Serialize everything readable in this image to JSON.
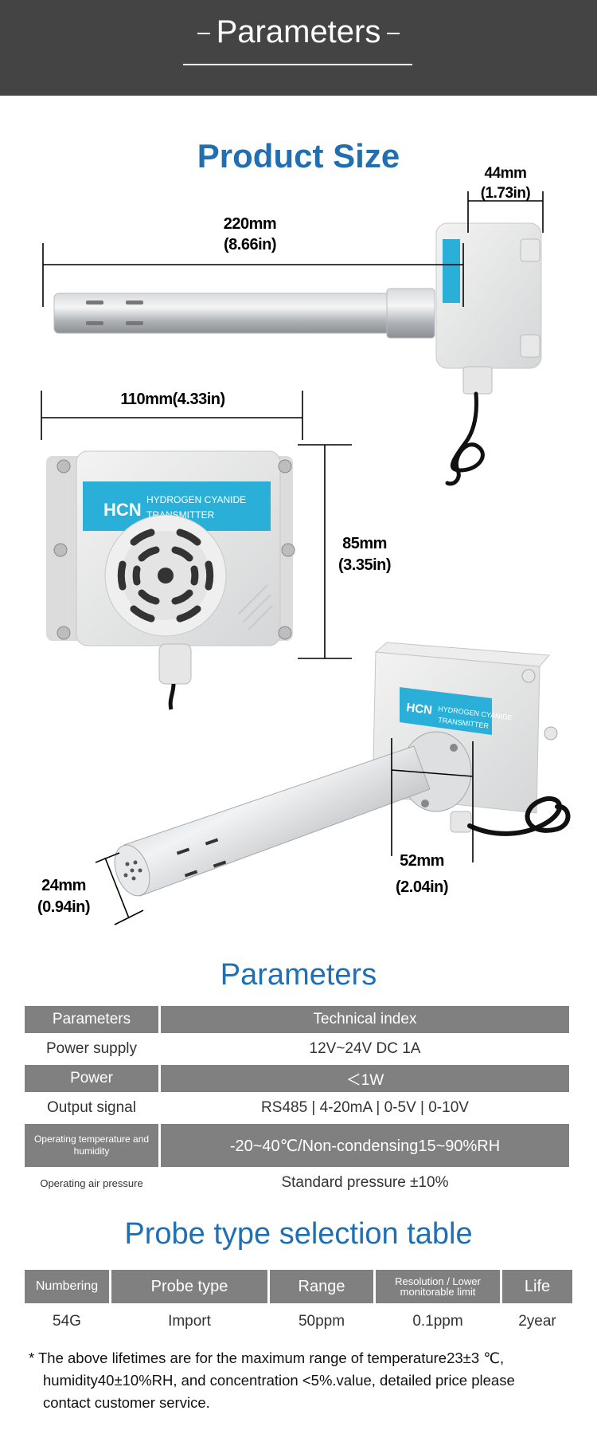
{
  "banner": {
    "title": "Parameters"
  },
  "product_size": {
    "title": "Product Size",
    "dims": {
      "length_mm": "220mm",
      "length_in": "(8.66in)",
      "depth_mm": "44mm",
      "depth_in": "(1.73in)",
      "width": "110mm(4.33in)",
      "height_mm": "85mm",
      "height_in": "(3.35in)",
      "probe_dia_mm": "24mm",
      "probe_dia_in": "(0.94in)",
      "flange_mm": "52mm",
      "flange_in": "(2.04in)"
    },
    "device_label": {
      "badge": "HCN",
      "line1": "HYDROGEN CYANIDE",
      "line2": "TRANSMITTER"
    }
  },
  "parameters": {
    "title": "Parameters",
    "header": {
      "col1": "Parameters",
      "col2": "Technical index"
    },
    "rows": [
      {
        "name": "Power supply",
        "value": "12V~24V DC 1A"
      },
      {
        "name": "Power",
        "value": "＜1W"
      },
      {
        "name": "Output signal",
        "value": "RS485 | 4-20mA | 0-5V | 0-10V"
      },
      {
        "name": "Operating temperature and humidity",
        "value": "-20~40℃/Non-condensing15~90%RH"
      },
      {
        "name": "Operating air pressure",
        "value": "Standard pressure ±10%"
      }
    ]
  },
  "probe_table": {
    "title": "Probe type selection table",
    "headers": [
      "Numbering",
      "Probe type",
      "Range",
      "Resolution / Lower monitorable limit",
      "Life"
    ],
    "rows": [
      [
        "54G",
        "Import",
        "50ppm",
        "0.1ppm",
        "2year"
      ]
    ]
  },
  "note": {
    "line1": "* The above lifetimes are for the maximum range of temperature23±3 ℃,",
    "line2": "humidity40±10%RH, and concentration <5%.value, detailed price please",
    "line3": "contact customer service."
  },
  "colors": {
    "banner": "#444444",
    "title_blue": "#1f6fb2",
    "table_header": "#808080",
    "label_blue": "#2ab0d8"
  }
}
